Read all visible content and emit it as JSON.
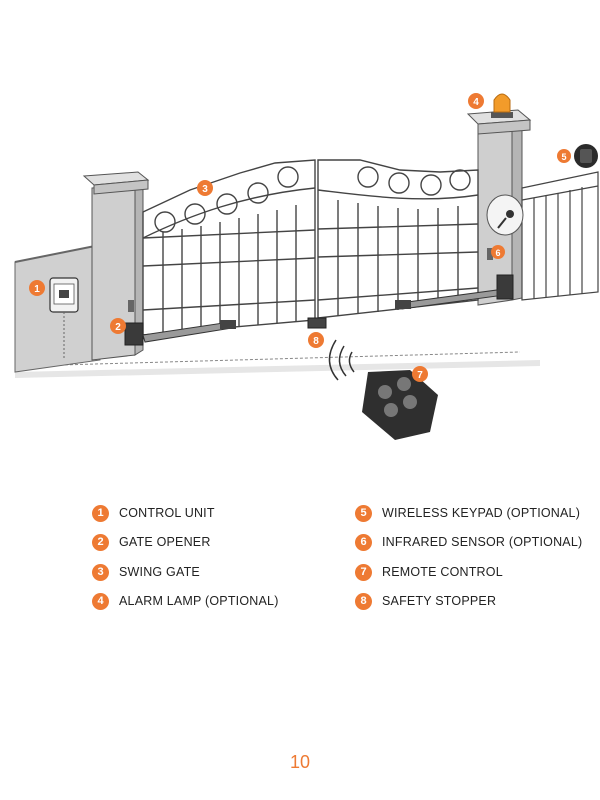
{
  "theme": {
    "accent": "#ee7a33",
    "wall": "#d0d0d0",
    "stroke": "#555555",
    "dark": "#333333"
  },
  "callouts": [
    "1",
    "2",
    "3",
    "4",
    "5",
    "6",
    "7",
    "8"
  ],
  "legend": [
    {
      "num": "1",
      "label": "CONTROL UNIT"
    },
    {
      "num": "2",
      "label": "GATE OPENER"
    },
    {
      "num": "3",
      "label": "SWING GATE"
    },
    {
      "num": "4",
      "label": "ALARM LAMP (OPTIONAL)"
    },
    {
      "num": "5",
      "label": "WIRELESS KEYPAD (OPTIONAL)"
    },
    {
      "num": "6",
      "label": "INFRARED SENSOR (OPTIONAL)"
    },
    {
      "num": "7",
      "label": "REMOTE CONTROL"
    },
    {
      "num": "8",
      "label": "SAFETY STOPPER"
    }
  ],
  "page_number": "10"
}
